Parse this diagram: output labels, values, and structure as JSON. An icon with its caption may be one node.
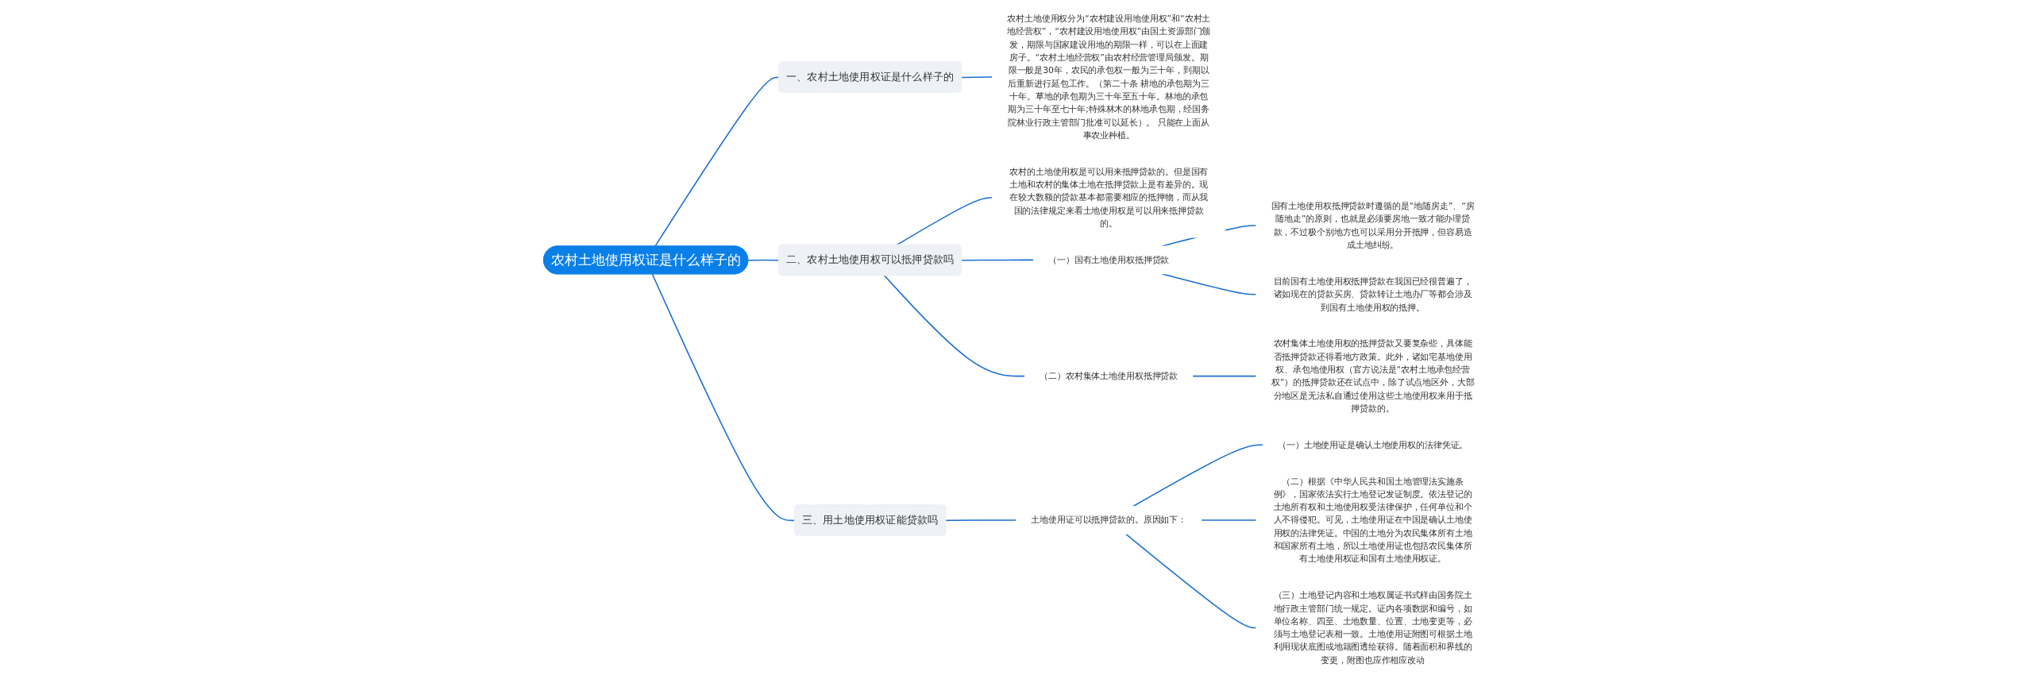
{
  "diagram": {
    "nodes": [
      {
        "text": [
          "农村土地使用权证是什么样子的"
        ]
      },
      {
        "text": [
          "一、农村土地使用权证是什么样子的"
        ]
      },
      {
        "text": [
          "农村土地使用权分为“农村建设用地使用权”和“农村土地经营权”，“农村建设用地使用权”由国土资源部门颁发，期限与国家建设用地的期限一样，可以在上面建房子。“农村土地经营权”由农村经营管理局颁发。期限一般是30年，农民的承包权一般为三十年，到期以后重新进行延包工作。（第二十条 耕地的承包期为三十年。草地的承包期为三十年至五十年。林地的承包期为三十年至七十年;特殊林木的林地承包期，经国务院林业行政主管部门批准可以延长）。 只能在上面从事农业种植。"
        ]
      },
      {
        "text": [
          "二、农村土地使用权可以抵押贷款吗"
        ]
      },
      {
        "text": [
          "农村的土地使用权是可以用来抵押贷款的。但是国有土地和农村的集体土地在抵押贷款上是有差异的。现在较大数额的贷款基本都需要相应的抵押物，而从我国的法律规定来看土地使用权是可以用来抵押贷款的。"
        ]
      },
      {
        "text": [
          "（一）国有土地使用权抵押贷款"
        ]
      },
      {
        "text": [
          "国有土地使用权抵押贷款时遵循的是“地随房走”、“房随地走”的原则，也就是必须要房地一致才能办理贷款，不过极个别地方也可以采用分开抵押，但容易造成土地纠纷。"
        ]
      },
      {
        "text": [
          "目前国有土地使用权抵押贷款在我国已经很普遍了，诸如现在的贷款买房、贷款转让土地办厂等都会涉及到国有土地使用权的抵押。"
        ]
      },
      {
        "text": [
          "（二）农村集体土地使用权抵押贷款"
        ]
      },
      {
        "text": [
          "农村集体土地使用权的抵押贷款又要复杂些，具体能否抵押贷款还得看地方政策。此外，诸如宅基地使用权、承包地使用权（官方说法是“农村土地承包经营权”）的抵押贷款还在试点中，除了试点地区外，大部分地区是无法私自通过使用这些土地使用权来用于抵押贷款的。"
        ]
      },
      {
        "text": [
          "三、用土地使用权证能贷款吗"
        ]
      },
      {
        "text": [
          "土地使用证可以抵押贷款的。原因如下："
        ]
      },
      {
        "text": [
          "（一）土地使用证是确认土地使用权的法律凭证。"
        ]
      },
      {
        "text": [
          "（二）根据《中华人民共和国土地管理法实施条例》，国家依法实行土地登记发证制度。依法登记的土地所有权和土地使用权受法律保护，任何单位和个人不得侵犯。可见，土地使用证在中国是确认土地使用权的法律凭证。中国的土地分为农民集体所有土地和国家所有土地，所以土地使用证也包括农民集体所有土地使用权证和国有土地使用权证。"
        ]
      },
      {
        "text": [
          "（三）土地登记内容和土地权属证书式样由国务院土地行政主管部门统一规定。证内各项数据和编号，如单位名称、四至、土地数量、位置、土地变更等，必须与土地登记表相一致。土地使用证附图可根据土地利用现状底图或地籍图透绘获得。随着面积和界线的变更，附图也应作相应改动"
        ]
      }
    ],
    "edges": [
      {
        "from": 0,
        "to": 1,
        "arrow": "none"
      },
      {
        "from": 1,
        "to": 2,
        "arrow": "none"
      },
      {
        "from": 0,
        "to": 3,
        "arrow": "none"
      },
      {
        "from": 3,
        "to": 4,
        "arrow": "none"
      },
      {
        "from": 3,
        "to": 5,
        "arrow": "none"
      },
      {
        "from": 5,
        "to": 6,
        "arrow": "none"
      },
      {
        "from": 5,
        "to": 7,
        "arrow": "none"
      },
      {
        "from": 3,
        "to": 8,
        "arrow": "none"
      },
      {
        "from": 8,
        "to": 9,
        "arrow": "none"
      },
      {
        "from": 0,
        "to": 10,
        "arrow": "none"
      },
      {
        "from": 10,
        "to": 11,
        "arrow": "none"
      },
      {
        "from": 11,
        "to": 12,
        "arrow": "none"
      },
      {
        "from": 11,
        "to": 13,
        "arrow": "none"
      },
      {
        "from": 11,
        "to": 14,
        "arrow": "none"
      }
    ]
  }
}
